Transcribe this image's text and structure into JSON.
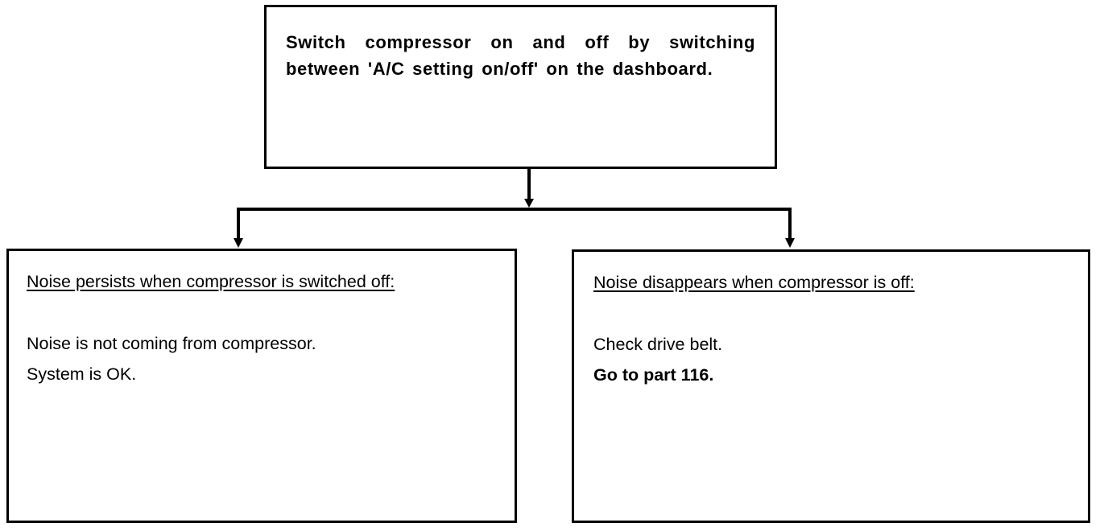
{
  "flowchart": {
    "top_box": {
      "text": "Switch compressor on and off by switching between 'A/C setting on/off' on the dashboard."
    },
    "left_box": {
      "heading": "Noise persists when compressor is switched off:",
      "line1": "Noise is not coming from compressor.",
      "line2": "System is OK."
    },
    "right_box": {
      "heading": "Noise disappears when compressor is off:",
      "line1": "Check drive belt.",
      "line2": "Go to part 116."
    },
    "colors": {
      "stroke": "#000000",
      "background": "#ffffff"
    }
  }
}
